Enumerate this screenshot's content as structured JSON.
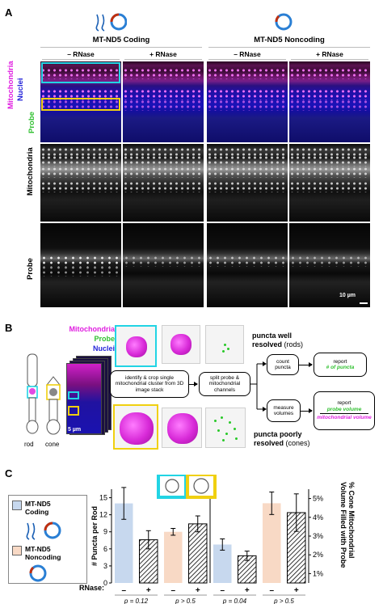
{
  "panel_a": {
    "letter": "A",
    "group_coding": "MT-ND5 Coding",
    "group_noncoding": "MT-ND5 Noncoding",
    "minus_rnase": "– RNase",
    "plus_rnase": "+ RNase",
    "label_mitochondria": "Mitochondria",
    "label_nuclei": "Nuclei",
    "label_probe": "Probe",
    "row2_label": "Mitochondria",
    "row3_label": "Probe",
    "scale_bar": "10 µm",
    "colors": {
      "mitochondria": "#e020e0",
      "nuclei": "#2424d8",
      "probe": "#30c030",
      "cyan_box": "#22d4e4",
      "yellow_box": "#f0d010"
    }
  },
  "panel_b": {
    "letter": "B",
    "legend_mitochondria": "Mitochondria",
    "legend_probe": "Probe",
    "legend_nuclei": "Nuclei",
    "scale": "5 µm",
    "rod": "rod",
    "cone": "cone",
    "step_identify": "identify & crop single mitochondrial cluster from 3D image stack",
    "step_split": "split probe & mitochondrial channels",
    "rods_title": "puncta well",
    "rods_title2": "resolved",
    "rods_suffix": "(rods)",
    "count_puncta": "count puncta",
    "report_1": "report",
    "report_1_value": "# of puncta",
    "cones_title": "puncta poorly",
    "cones_title2": "resolved",
    "cones_suffix": "(cones)",
    "measure_volumes": "measure volumes",
    "report_2": "report",
    "report_2_numerator": "probe volume",
    "report_2_denominator": "mitochondrial volume"
  },
  "panel_c": {
    "letter": "C",
    "legend_coding": "MT-ND5 Coding",
    "legend_noncoding": "MT-ND5 Noncoding",
    "y_left_label": "# Puncta per Rod",
    "y_right_label": "% Cone Mitochondrial Volume Filled with Probe",
    "rnase_label": "RNase:",
    "minus": "–",
    "plus": "+",
    "p_values": [
      "p = 0.12",
      "p > 0.5",
      "p = 0.04",
      "p > 0.5"
    ],
    "colors": {
      "coding": "#c7d8ee",
      "noncoding": "#f8d9c5",
      "cyan": "#22d4e4",
      "yellow": "#f0d010"
    }
  },
  "chart_data": {
    "type": "bar",
    "left_axis": {
      "label": "# Puncta per Rod",
      "ticks": [
        "0",
        "3",
        "6",
        "9",
        "12",
        "15"
      ],
      "ylim": [
        0,
        16.5
      ]
    },
    "right_axis": {
      "label": "% Cone Mitochondrial Volume Filled with Probe",
      "ticks": [
        "1%",
        "2%",
        "3%",
        "4%",
        "5%"
      ],
      "ylim": [
        0.5,
        5.5
      ]
    },
    "categories": [
      "–",
      "+",
      "–",
      "+",
      "–",
      "+",
      "–",
      "+"
    ],
    "series": [
      {
        "name": "MT-ND5 Coding",
        "axis": "left",
        "values": [
          14.0,
          7.6
        ],
        "errors": [
          2.8,
          1.6
        ],
        "x_index": [
          0,
          1
        ]
      },
      {
        "name": "MT-ND5 Noncoding",
        "axis": "left",
        "values": [
          9.0,
          10.4
        ],
        "errors": [
          0.6,
          1.4
        ],
        "x_index": [
          2,
          3
        ]
      },
      {
        "name": "MT-ND5 Coding",
        "axis": "right",
        "values": [
          2.55,
          1.95
        ],
        "errors": [
          0.3,
          0.25
        ],
        "x_index": [
          4,
          5
        ]
      },
      {
        "name": "MT-ND5 Noncoding",
        "axis": "right",
        "values": [
          4.75,
          4.25
        ],
        "errors": [
          0.6,
          1.0
        ],
        "x_index": [
          6,
          7
        ]
      }
    ],
    "p_values": [
      "p = 0.12",
      "p > 0.5",
      "p = 0.04",
      "p > 0.5"
    ]
  }
}
